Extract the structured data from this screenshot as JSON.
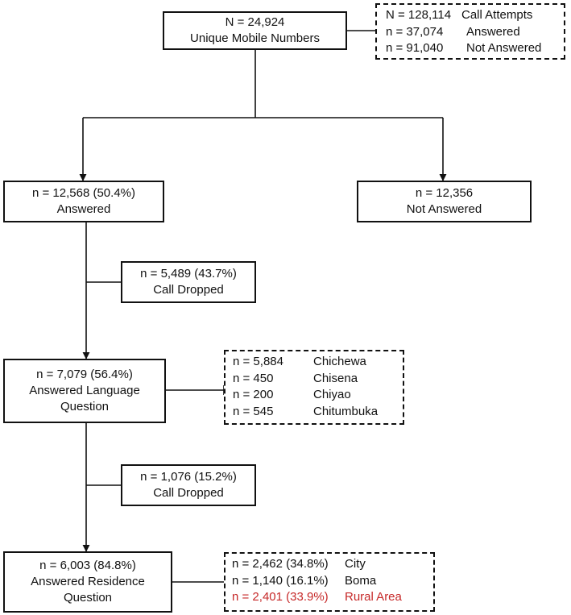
{
  "nodes": {
    "root": {
      "line1": "N = 24,924",
      "line2": "Unique Mobile Numbers"
    },
    "answered": {
      "line1": "n = 12,568 (50.4%)",
      "line2": "Answered"
    },
    "not_answered": {
      "line1": "n = 12,356",
      "line2": "Not Answered"
    },
    "dropped1": {
      "line1": "n = 5,489 (43.7%)",
      "line2": "Call Dropped"
    },
    "language": {
      "line1": "n = 7,079 (56.4%)",
      "line2": "Answered Language",
      "line3": "Question"
    },
    "dropped2": {
      "line1": "n = 1,076 (15.2%)",
      "line2": "Call Dropped"
    },
    "residence": {
      "line1": "n = 6,003 (84.8%)",
      "line2": "Answered Residence",
      "line3": "Question"
    }
  },
  "details": {
    "calls": [
      {
        "count": "N = 128,114",
        "label": "Call Attempts"
      },
      {
        "count": "n = 37,074",
        "label": "Answered"
      },
      {
        "count": "n = 91,040",
        "label": "Not Answered"
      }
    ],
    "languages": [
      {
        "count": "n = 5,884",
        "label": "Chichewa"
      },
      {
        "count": "n = 450",
        "label": "Chisena"
      },
      {
        "count": "n = 200",
        "label": "Chiyao"
      },
      {
        "count": "n = 545",
        "label": "Chitumbuka"
      }
    ],
    "residence": [
      {
        "count": "n = 2,462 (34.8%)",
        "label": "City"
      },
      {
        "count": "n = 1,140 (16.1%)",
        "label": "Boma"
      },
      {
        "count": "n = 2,401 (33.9%)",
        "label": "Rural Area"
      }
    ]
  },
  "colors": {
    "line": "#111111",
    "highlight": "#c62828"
  }
}
